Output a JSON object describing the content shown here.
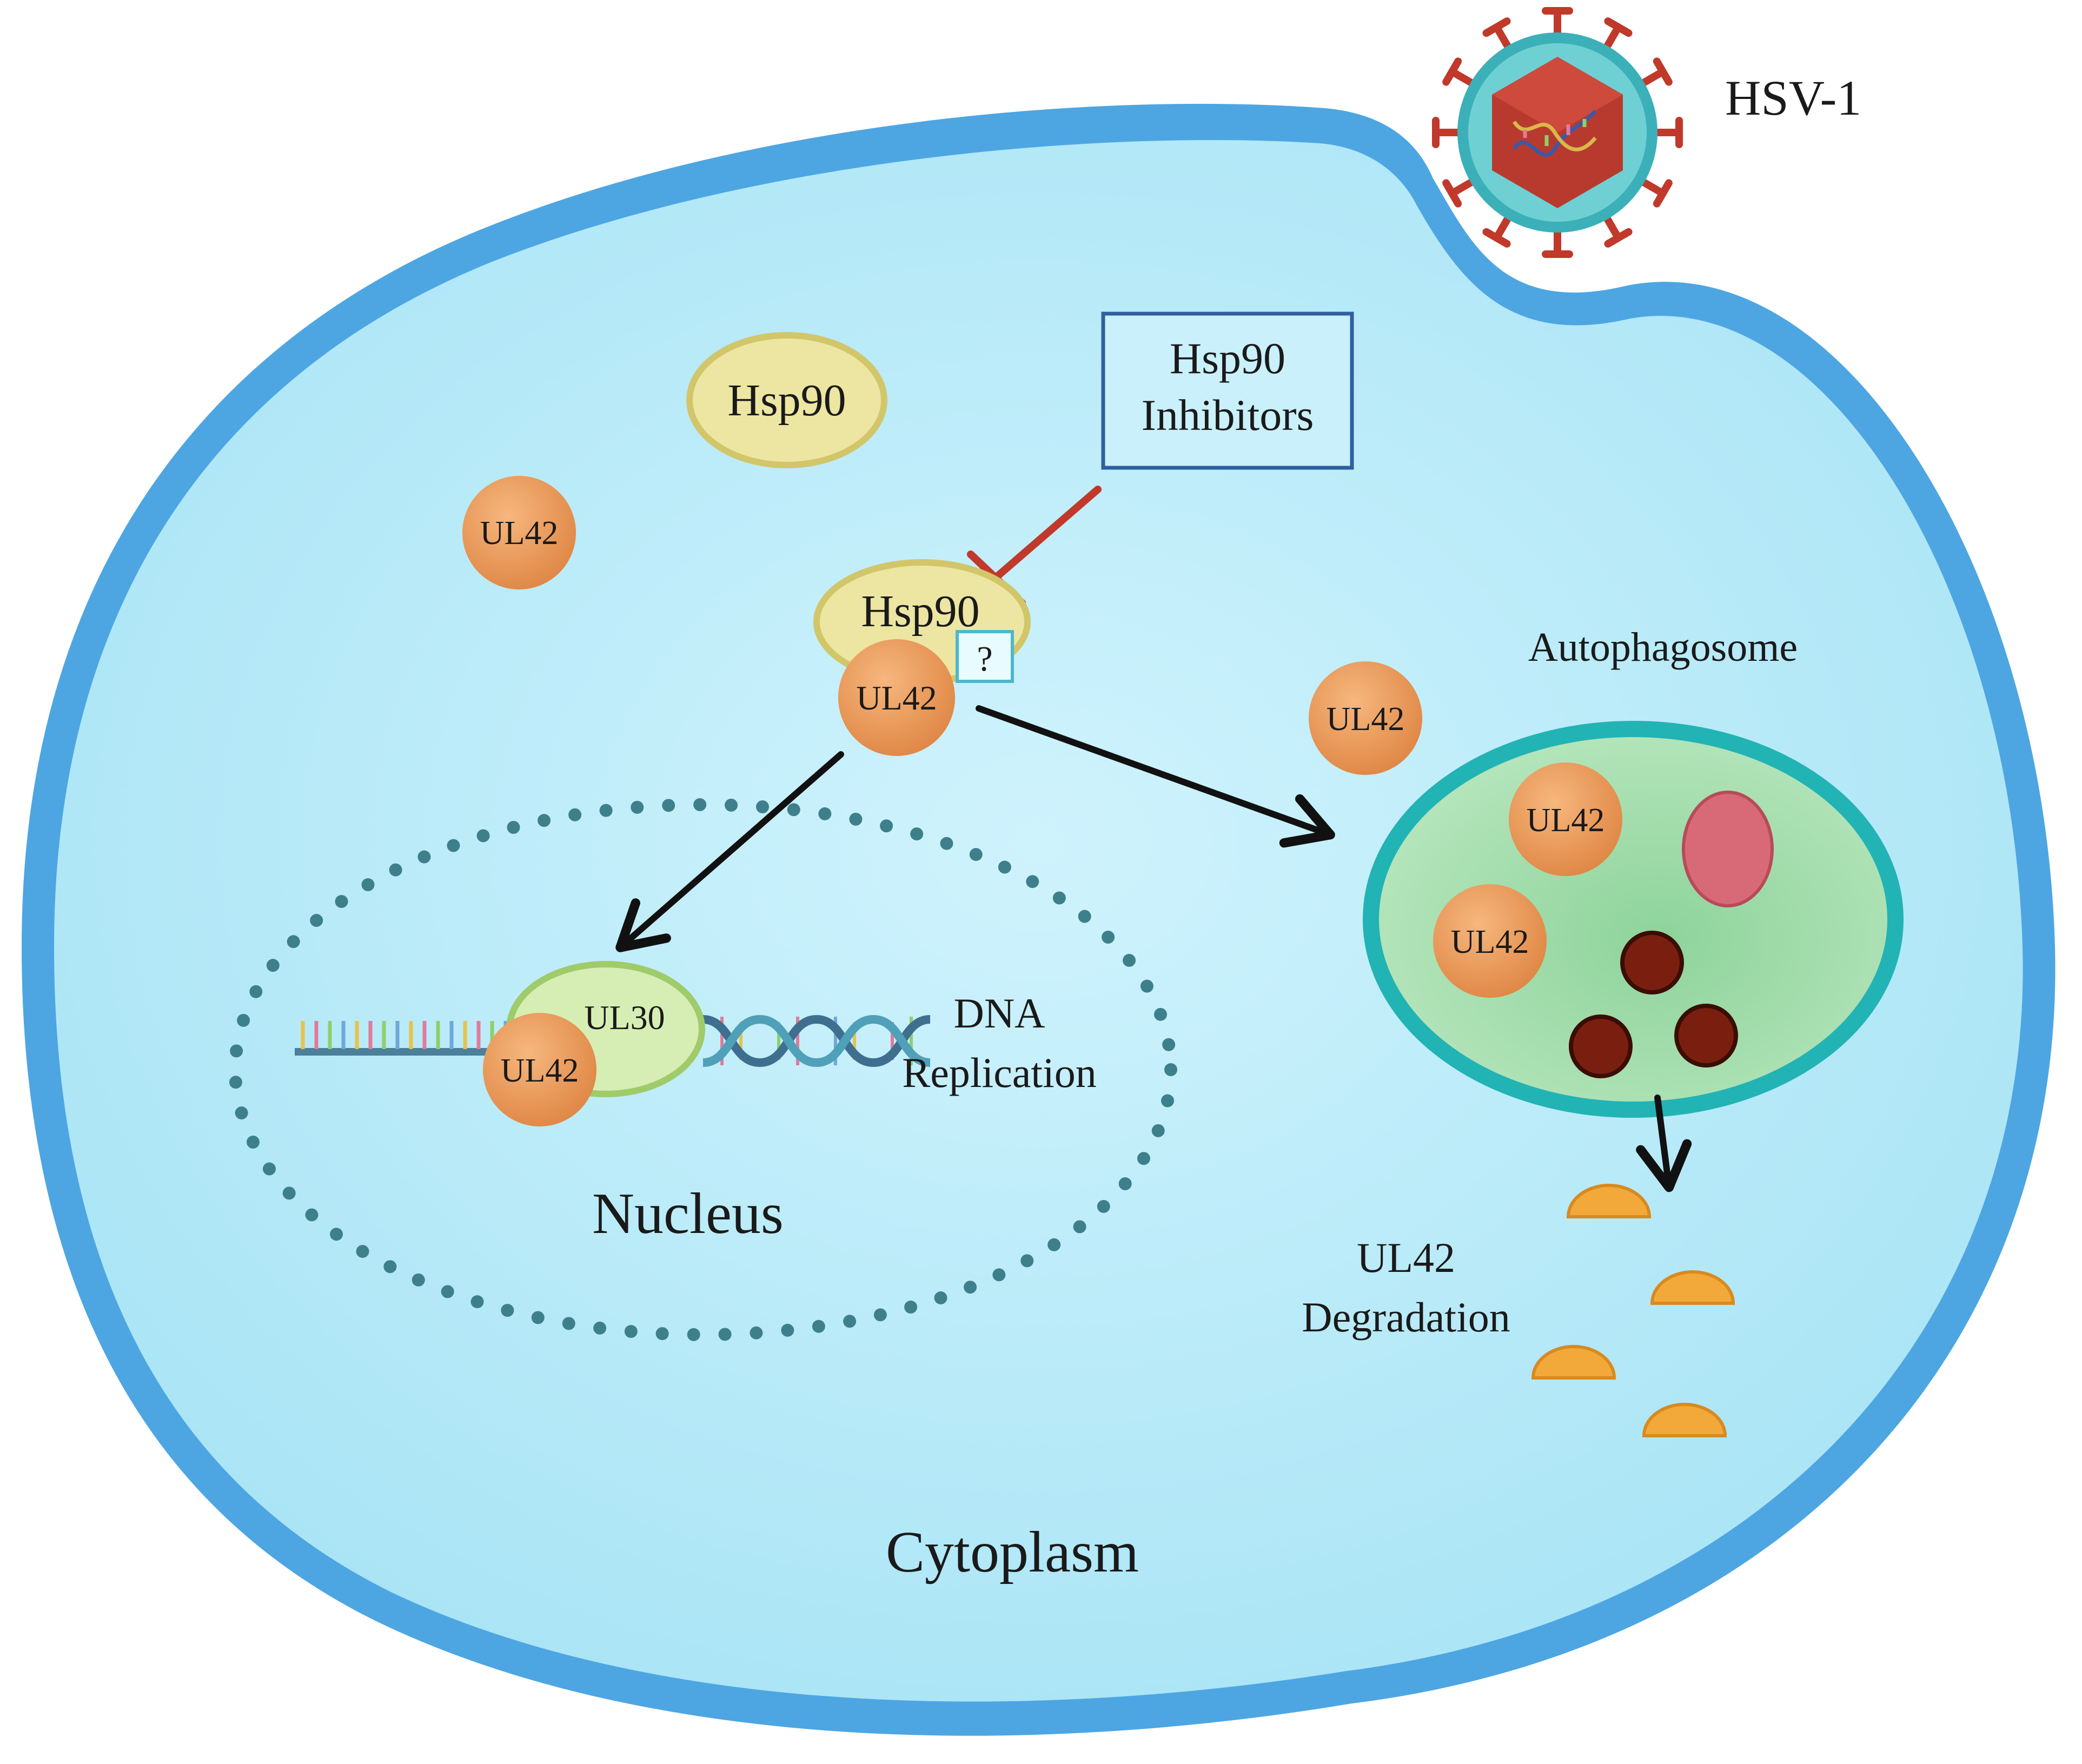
{
  "colors": {
    "membrane": "#4da6e2",
    "cytoplasm": "#c6eefb",
    "nucleus_border": "#3e7f8c",
    "ul42": "#ee9a55",
    "hsp90": "#ece6a2",
    "ul30": "#d6eeb4",
    "autophagosome_fill": "#9cd9a9",
    "autophagosome_ring": "#22b3b5",
    "inhibition": "#c0392b",
    "arrow": "#111111",
    "fragment": "#f2a93a",
    "virus_capsid": "#c0392b",
    "virus_envelope": "#56c1c6",
    "box_border": "#2f5f9e"
  },
  "labels": {
    "virus": "HSV-1",
    "hsp90_free": "Hsp90",
    "inhibitor_line1": "Hsp90",
    "inhibitor_line2": "Inhibitors",
    "hsp90_complex": "Hsp90",
    "question_mark": "?",
    "ul42_free": "UL42",
    "ul42_complex": "UL42",
    "ul42_cyto_right": "UL42",
    "ul42_autophago_1": "UL42",
    "ul42_autophago_2": "UL42",
    "autophagosome": "Autophagosome",
    "ul30": "UL30",
    "ul42_nucleus": "UL42",
    "dna_line1": "DNA",
    "dna_line2": "Replication",
    "nucleus": "Nucleus",
    "degradation_line1": "UL42",
    "degradation_line2": "Degradation",
    "cytoplasm": "Cytoplasm"
  },
  "icons": [
    "virus-icon",
    "dna-helix-icon",
    "inhibition-bar-icon",
    "arrow-icon"
  ]
}
